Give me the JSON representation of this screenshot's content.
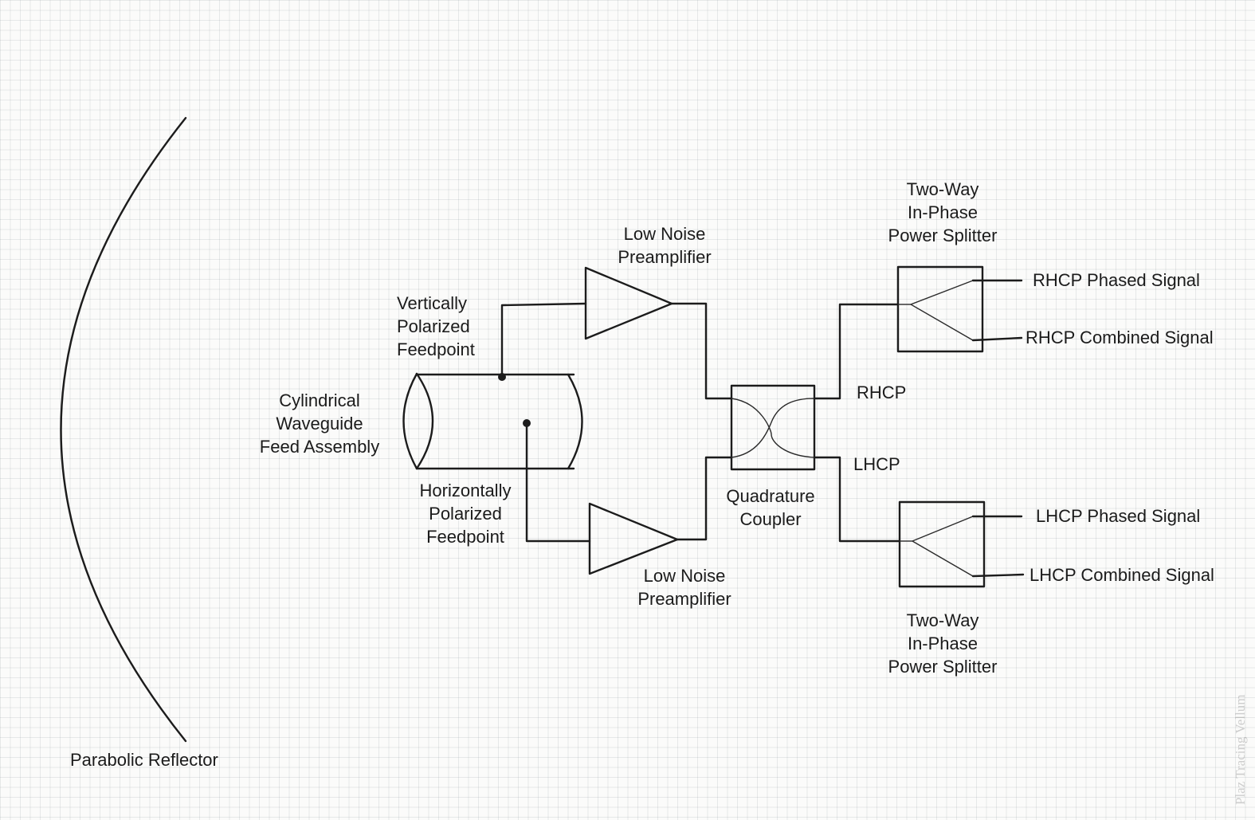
{
  "labels": {
    "parabolic_reflector": [
      "Parabolic Reflector"
    ],
    "waveguide": [
      "Cylindrical",
      "Waveguide",
      "Feed Assembly"
    ],
    "vertical_feed": [
      "Vertically",
      "Polarized",
      "Feedpoint"
    ],
    "horizontal_feed": [
      "Horizontally",
      "Polarized",
      "Feedpoint"
    ],
    "lna_top": [
      "Low Noise",
      "Preamplifier"
    ],
    "lna_bottom": [
      "Low Noise",
      "Preamplifier"
    ],
    "quadrature_coupler": [
      "Quadrature",
      "Coupler"
    ],
    "rhcp": [
      "RHCP"
    ],
    "lhcp": [
      "LHCP"
    ],
    "splitter_top": [
      "Two-Way",
      "In-Phase",
      "Power Splitter"
    ],
    "splitter_bottom": [
      "Two-Way",
      "In-Phase",
      "Power Splitter"
    ],
    "rhcp_phased": [
      "RHCP Phased Signal"
    ],
    "rhcp_combined": [
      "RHCP Combined Signal"
    ],
    "lhcp_phased": [
      "LHCP Phased Signal"
    ],
    "lhcp_combined": [
      "LHCP Combined Signal"
    ]
  },
  "watermark": "Plaz Tracing Vellum"
}
